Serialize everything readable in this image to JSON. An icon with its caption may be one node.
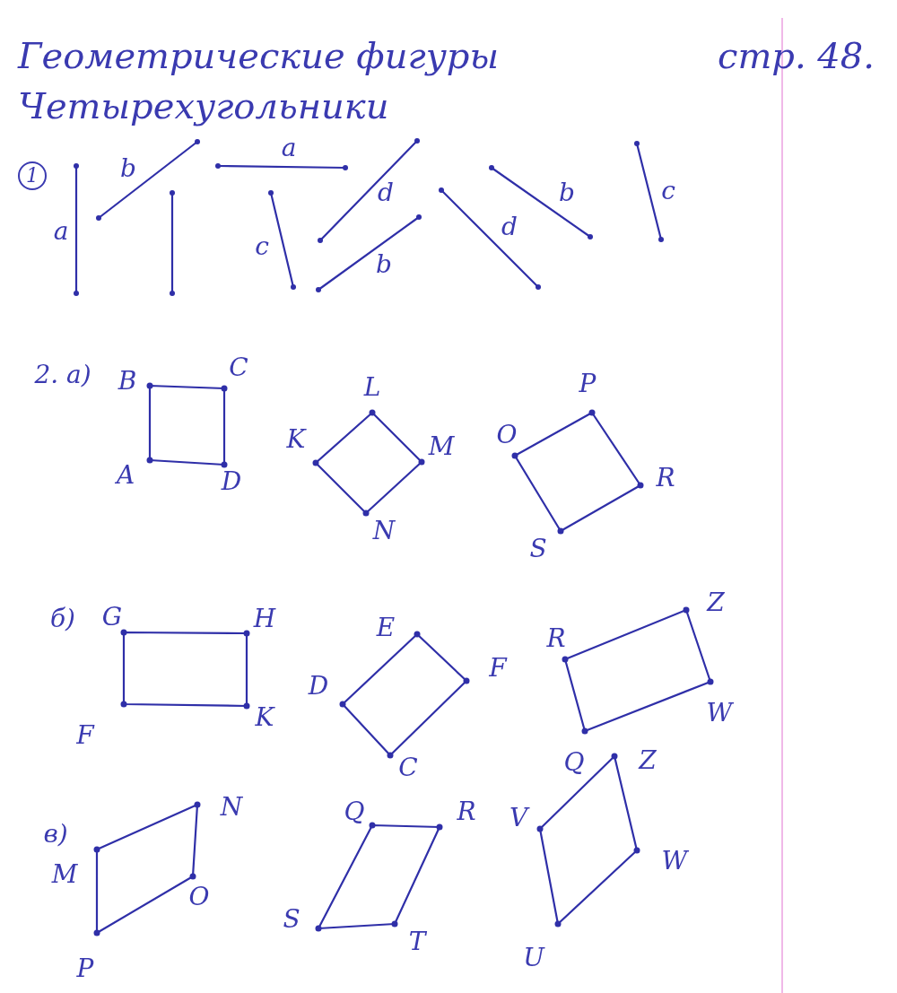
{
  "diagram": {
    "title": "Геометрические фигуры",
    "labels": [
      "стр. 48.",
      "Четырехугольники",
      "1",
      "a",
      "b",
      "a",
      "c",
      "d",
      "b",
      "d",
      "b",
      "c",
      "2. а)",
      "B",
      "C",
      "K",
      "L",
      "O",
      "P",
      "M",
      "A",
      "D",
      "R",
      "N",
      "S",
      "б)",
      "G",
      "H",
      "E",
      "Z",
      "R",
      "D",
      "F",
      "K",
      "W",
      "F",
      "C",
      "Q",
      "Z",
      "в)",
      "N",
      "Q",
      "R",
      "V",
      "M",
      "W",
      "O",
      "S",
      "T",
      "P",
      "U"
    ]
  }
}
